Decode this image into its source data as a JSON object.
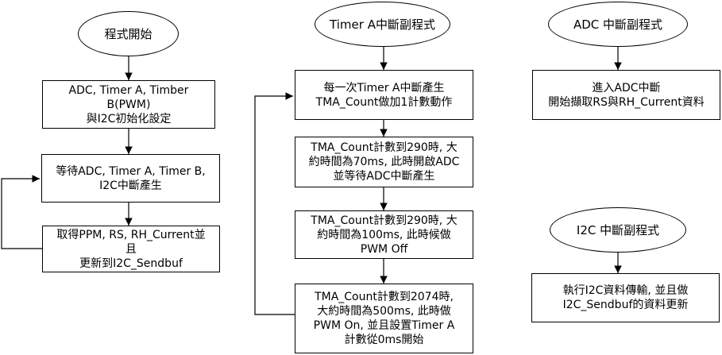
{
  "nodes": {
    "main_start": "程式開始",
    "main_init": "ADC, Timer A, Timber\nB(PWM)\n與I2C初始化設定",
    "main_wait": "等待ADC, Timer A, Timer B,\nI2C中斷產生",
    "main_get": "取得PPM, RS, RH_Current並\n且\n更新到I2C_Sendbuf",
    "timer_title": "Timer A中斷副程式",
    "timer_count": "每一次Timer A中斷產生\nTMA_Count做加1計數動作",
    "timer_290a": "TMA_Count計數到290時, 大\n約時間為70ms, 此時開啟ADC\n並等待ADC中斷產生",
    "timer_290b": "TMA_Count計數到290時, 大\n約時間為100ms, 此時候做\nPWM Off",
    "timer_2074": "TMA_Count計數到2074時,\n大約時間為500ms, 此時做\nPWM On, 並且設置Timer A\n計數從0ms開始",
    "adc_title": "ADC 中斷副程式",
    "adc_body": "進入ADC中斷\n開始擷取RS與RH_Current資料",
    "i2c_title": "I2C 中斷副程式",
    "i2c_body": "執行I2C資料傳輸, 並且做\nI2C_Sendbuf的資料更新"
  }
}
